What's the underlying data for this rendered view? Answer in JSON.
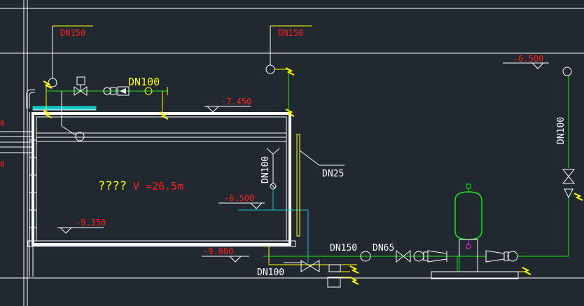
{
  "colors": {
    "background": "#212830",
    "frame": "#ffffff",
    "red_text": "#ff2020",
    "yellow_text": "#ffff00",
    "green_pipe": "#19e619",
    "cyan_pipe": "#12c8c8",
    "white_text": "#ffffff",
    "magenta": "#ff19ff"
  },
  "labels": {
    "dn150_left": "DN150",
    "dn150_mid": "DN150",
    "dn100_top": "DN100",
    "elev_7450": "-7.450",
    "elev_6500_right": "-6.500",
    "dn100_vertical_right": "DN100",
    "dn100_vertical_tank": "DN100",
    "dn25": "DN25",
    "elev_6500_tank": "-6.500",
    "elev_9350": "-9.350",
    "elev_9800": "-9.800",
    "dn100_bottom": "DN100",
    "dn150_bottom": "DN150",
    "dn65": "DN65",
    "volume_unknown": "????",
    "volume_text": "V   =26.5m",
    "edge_0": "0",
    "edge_0b": "0"
  },
  "icons": {
    "gate_valve": "gate-valve-icon",
    "check_valve": "check-valve-icon",
    "flex_joint": "flexible-joint-icon",
    "pressure_tank": "pressure-tank-icon",
    "float_valve": "float-valve-icon"
  }
}
